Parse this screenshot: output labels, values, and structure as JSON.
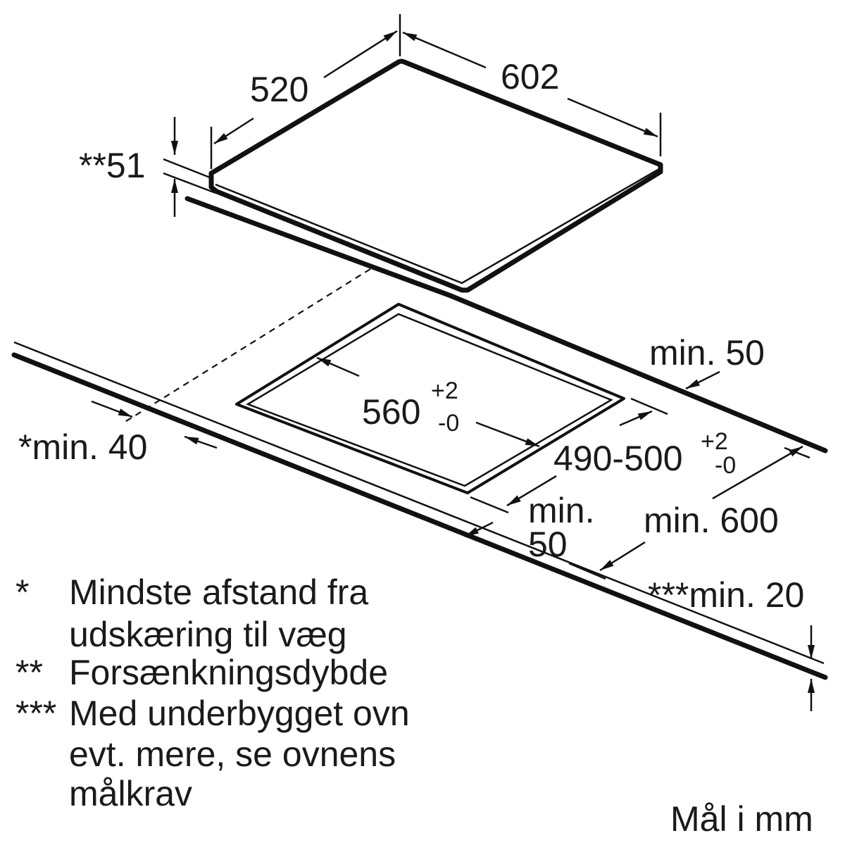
{
  "dimensions": {
    "depth": "520",
    "width": "602",
    "recess_depth": "**51",
    "cutout_width": "560",
    "cutout_width_tol_plus": "+2",
    "cutout_width_tol_minus": "-0",
    "cutout_depth": "490-500",
    "cutout_depth_tol_plus": "+2",
    "cutout_depth_tol_minus": "-0",
    "min_rear": "min. 50",
    "min_wall": "*min. 40",
    "min_front_line1": "min.",
    "min_front_line2": "50",
    "min_counter": "min. 600",
    "min_thickness": "***min. 20"
  },
  "notes": [
    {
      "marker": "*",
      "lines": [
        "Mindste afstand fra",
        "udskæring til væg"
      ]
    },
    {
      "marker": "**",
      "lines": [
        "Forsænkningsdybde"
      ]
    },
    {
      "marker": "***",
      "lines": [
        "Med underbygget ovn",
        "evt. mere, se ovnens",
        "målkrav"
      ]
    }
  ],
  "units_note": "Mål i mm"
}
